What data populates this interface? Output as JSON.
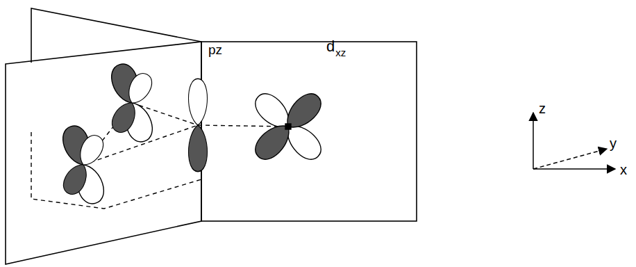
{
  "diagram": {
    "labels": [
      "pz",
      "d",
      "xz",
      "z",
      "y",
      "x"
    ]
  }
}
